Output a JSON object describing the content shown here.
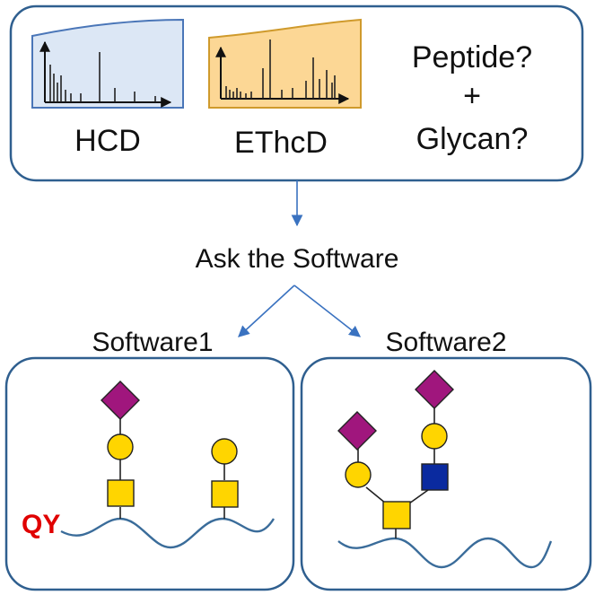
{
  "top_panel": {
    "spectrum_labels": [
      "HCD",
      "EThcD"
    ],
    "question_line1": "Peptide?",
    "question_plus": "+",
    "question_line2": "Glycan?"
  },
  "flow": {
    "ask_label": "Ask the Software"
  },
  "software1": {
    "title": "Software1",
    "peptide_label": "QY"
  },
  "software2": {
    "title": "Software2"
  },
  "colors": {
    "frame": "#2f5f8f",
    "arrow": "#3a72c0",
    "hcd_fill": "#dce7f5",
    "hcd_stroke": "#4a76b8",
    "ethcd_fill": "#fcd795",
    "ethcd_stroke": "#cf9a2c",
    "sialic_acid": "#a0167d",
    "galactose": "#ffd500",
    "galnac": "#ffd500",
    "glcnac": "#0a2a9f",
    "peptide_label": "#e00000",
    "peptide_line": "#3a6c9a"
  }
}
